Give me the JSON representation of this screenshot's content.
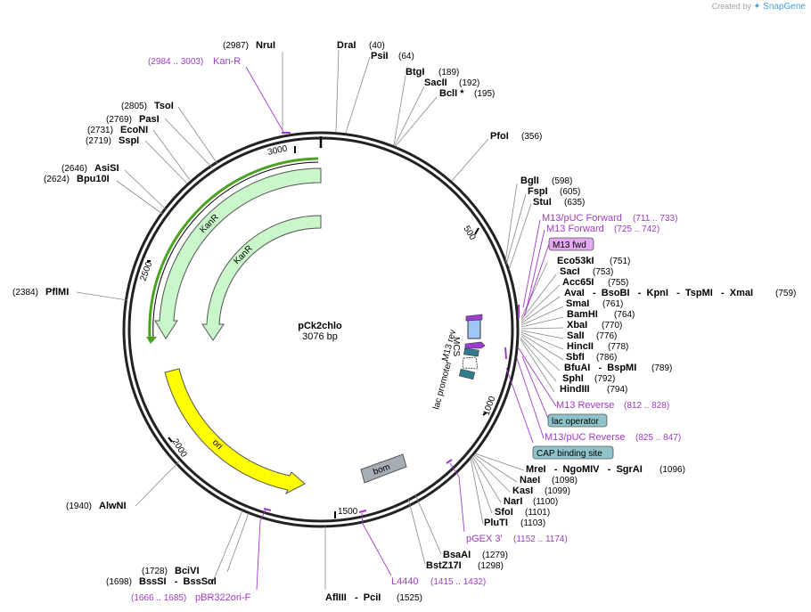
{
  "credit": {
    "prefix": "Created by",
    "brand": "SnapGene"
  },
  "plasmid": {
    "name": "pCk2chlo",
    "size_label": "3076 bp",
    "length": 3076
  },
  "ticks": [
    {
      "bp": 500,
      "label": "500"
    },
    {
      "bp": 1000,
      "label": "1000"
    },
    {
      "bp": 1500,
      "label": "1500"
    },
    {
      "bp": 2000,
      "label": "2000"
    },
    {
      "bp": 2500,
      "label": "2500"
    },
    {
      "bp": 3000,
      "label": "3000"
    }
  ],
  "features": [
    {
      "name": "KanR",
      "label": "KanR",
      "color": "#c9f7c9",
      "stroke": "#555555"
    },
    {
      "name": "KanR-inner",
      "label": "KanR",
      "color": "#c9f7c9",
      "stroke": "#555555"
    },
    {
      "name": "ori",
      "label": "ori",
      "color": "#ffff00",
      "stroke": "#555555"
    },
    {
      "name": "bom",
      "label": "bom",
      "color": "#a6adb4",
      "stroke": "#555555"
    }
  ],
  "small_features": [
    {
      "name": "M13 rev",
      "label": "M13 rev"
    },
    {
      "name": "MCS",
      "label": "MCS"
    },
    {
      "name": "lac promoter",
      "label": "lac promoter"
    }
  ],
  "enzymes": [
    {
      "name": "NruI",
      "pos": "(2987)"
    },
    {
      "name": "DraI",
      "pos": "(40)"
    },
    {
      "name": "PsiI",
      "pos": "(64)"
    },
    {
      "name": "BtgI",
      "pos": "(189)"
    },
    {
      "name": "SacII",
      "pos": "(192)"
    },
    {
      "name": "BclI *",
      "pos": "(195)"
    },
    {
      "name": "PfoI",
      "pos": "(356)"
    },
    {
      "name": "BglI",
      "pos": "(598)"
    },
    {
      "name": "FspI",
      "pos": "(605)"
    },
    {
      "name": "StuI",
      "pos": "(635)"
    },
    {
      "name": "Eco53kI",
      "pos": "(751)"
    },
    {
      "name": "SacI",
      "pos": "(753)"
    },
    {
      "name": "Acc65I",
      "pos": "(755)"
    },
    {
      "name": "AvaI   -  BsoBI   -  KpnI   -  TspMI   -  XmaI",
      "pos": "(759)"
    },
    {
      "name": "SmaI",
      "pos": "(761)"
    },
    {
      "name": "BamHI",
      "pos": "(764)"
    },
    {
      "name": "XbaI",
      "pos": "(770)"
    },
    {
      "name": "SalI",
      "pos": "(776)"
    },
    {
      "name": "HincII",
      "pos": "(778)"
    },
    {
      "name": "SbfI",
      "pos": "(786)"
    },
    {
      "name": "BfuAI   -  BspMI",
      "pos": "(789)"
    },
    {
      "name": "SphI",
      "pos": "(792)"
    },
    {
      "name": "HindIII",
      "pos": "(794)"
    },
    {
      "name": "MreI   -  NgoMIV   -  SgrAI",
      "pos": "(1096)"
    },
    {
      "name": "NaeI",
      "pos": "(1098)"
    },
    {
      "name": "KasI",
      "pos": "(1099)"
    },
    {
      "name": "NarI",
      "pos": "(1100)"
    },
    {
      "name": "SfoI",
      "pos": "(1101)"
    },
    {
      "name": "PluTI",
      "pos": "(1103)"
    },
    {
      "name": "BsaAI",
      "pos": "(1279)"
    },
    {
      "name": "BstZ17I",
      "pos": "(1298)"
    },
    {
      "name": "AflIII   -  PciI",
      "pos": "(1525)"
    },
    {
      "name": "BciVI",
      "pos": "(1728)"
    },
    {
      "name": "BssSI   -  BssSαI",
      "pos": "(1698)"
    },
    {
      "name": "AlwNI",
      "pos": "(1940)"
    },
    {
      "name": "PflMI",
      "pos": "(2384)"
    },
    {
      "name": "AsiSI",
      "pos": "(2646)"
    },
    {
      "name": "Bpu10I",
      "pos": "(2624)"
    },
    {
      "name": "TsoI",
      "pos": "(2805)"
    },
    {
      "name": "PasI",
      "pos": "(2769)"
    },
    {
      "name": "EcoNI",
      "pos": "(2731)"
    },
    {
      "name": "SspI",
      "pos": "(2719)"
    }
  ],
  "primers": [
    {
      "name": "Kan-R",
      "pos": "(2984 .. 3003)"
    },
    {
      "name": "M13/pUC Forward",
      "pos": "(711 .. 733)"
    },
    {
      "name": "M13 Forward",
      "pos": "(725 .. 742)"
    },
    {
      "name": "M13 Reverse",
      "pos": "(812 .. 828)"
    },
    {
      "name": "M13/pUC Reverse",
      "pos": "(825 .. 847)"
    },
    {
      "name": "pGEX 3'",
      "pos": "(1152 .. 1174)"
    },
    {
      "name": "L4440",
      "pos": "(1415 .. 1432)"
    },
    {
      "name": "pBR322ori-F",
      "pos": "(1666 .. 1685)"
    }
  ],
  "boxed_labels": [
    {
      "name": "M13 fwd",
      "color": "#e2a8f0"
    },
    {
      "name": "lac operator",
      "color": "#8fc3c9"
    },
    {
      "name": "CAP binding site",
      "color": "#8fc3c9"
    }
  ]
}
